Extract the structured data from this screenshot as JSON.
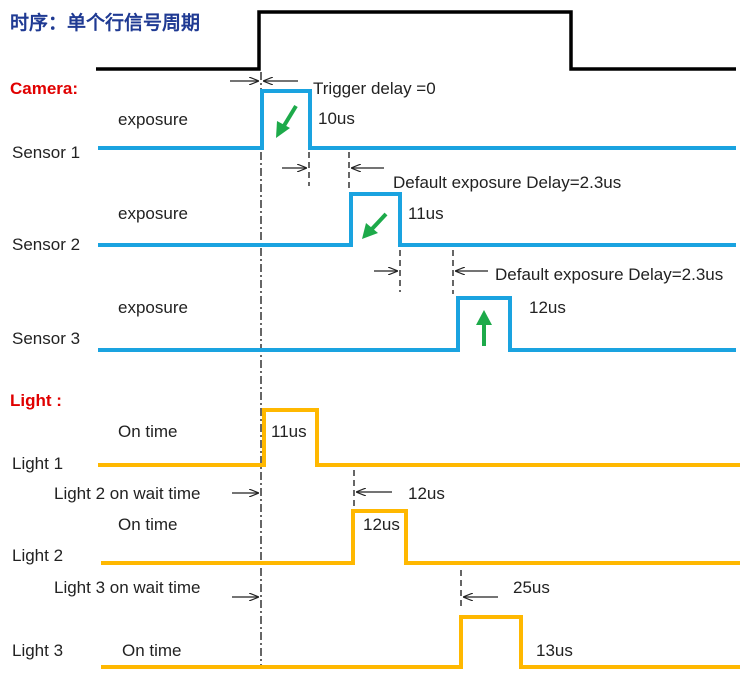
{
  "title": "时序：单个行信号周期",
  "colors": {
    "row_signal": "#000000",
    "camera_signal": "#1aa3e0",
    "light_signal": "#ffb800",
    "section_label": "#e00000",
    "title": "#1f3a93",
    "green_arrow": "#1daa4a"
  },
  "sections": {
    "camera": "Camera:",
    "light": "Light :"
  },
  "sensors": [
    {
      "label": "Sensor 1",
      "pulse_label": "exposure",
      "duration": "10us"
    },
    {
      "label": "Sensor 2",
      "pulse_label": "exposure",
      "duration": "11us"
    },
    {
      "label": "Sensor 3",
      "pulse_label": "exposure",
      "duration": "12us"
    }
  ],
  "lights": [
    {
      "label": "Light 1",
      "pulse_label": "On time",
      "duration": "11us"
    },
    {
      "label": "Light 2",
      "pulse_label": "On time",
      "duration": "12us",
      "wait_label": "Light 2 on wait time",
      "wait_value": "12us"
    },
    {
      "label": "Light 3",
      "pulse_label": "On time",
      "duration": "13us",
      "wait_label": "Light 3 on wait time",
      "wait_value": "25us"
    }
  ],
  "annotations": {
    "trigger_delay": "Trigger delay =0",
    "exposure_delay_1": "Default exposure Delay=2.3us",
    "exposure_delay_2": "Default exposure Delay=2.3us"
  },
  "icons": [
    "arrow-down-left-icon",
    "arrow-down-left-icon",
    "arrow-up-icon"
  ]
}
